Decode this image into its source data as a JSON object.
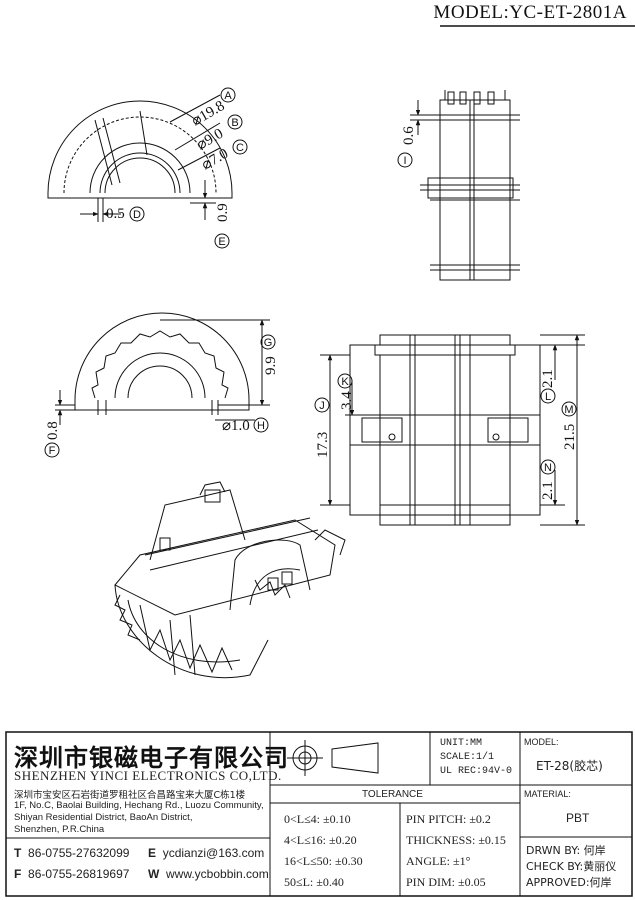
{
  "model": "MODEL:YC-ET-2801A",
  "dims": {
    "d198": "19.8",
    "d90": "9.0",
    "d70": "7.0",
    "d05": "0.5",
    "d09": "0.9",
    "d06": "0.6",
    "d99": "9.9",
    "d08": "0.8",
    "d10": "1.0",
    "d34": "3.4",
    "d173": "17.3",
    "d21a": "2.1",
    "d215": "21.5",
    "d21b": "2.1",
    "A": "A",
    "B": "B",
    "C": "C",
    "D": "D",
    "E": "E",
    "F": "F",
    "G": "G",
    "H": "H",
    "I": "I",
    "J": "J",
    "K": "K",
    "L": "L",
    "M": "M",
    "N": "N"
  },
  "company": {
    "name_cn": "深圳市银磁电子有限公司",
    "name_en": "SHENZHEN YINCI ELECTRONICS CO,LTD.",
    "addr_cn": "深圳市宝安区石岩街道罗租社区合昌路宝来大厦C栋1楼",
    "addr_en1": "1F, No.C, Baolai Building, Hechang Rd., Luozu Community,",
    "addr_en2": "Shiyan Residential District, BaoAn District,",
    "addr_en3": "Shenzhen, P.R.China",
    "t_label": "T",
    "t_value": "86-0755-27632099",
    "f_label": "F",
    "f_value": "86-0755-26819697",
    "e_label": "E",
    "e_value": "ycdianzi@163.com",
    "w_label": "W",
    "w_value": "www.ycbobbin.com"
  },
  "specs": {
    "unit": "UNIT:MM",
    "scale": "SCALE:1/1",
    "ul": "UL REC:94V-0",
    "model_label": "MODEL:",
    "model_value": "ET-28(胶芯)",
    "material_label": "MATERIAL:",
    "material_value": "PBT",
    "drwn": "DRWN BY: 何岸",
    "check": "CHECK BY:黄丽仪",
    "approved": "APPROVED:何岸"
  },
  "tolerance": {
    "title": "TOLERANCE",
    "rows": [
      "0<L≤4: ±0.10",
      "4<L≤16: ±0.20",
      "16<L≤50: ±0.30",
      "50≤L: ±0.40"
    ],
    "right_rows": [
      "PIN PITCH: ±0.2",
      "THICKNESS: ±0.15",
      "ANGLE: ±1°",
      "PIN DIM: ±0.05"
    ]
  }
}
